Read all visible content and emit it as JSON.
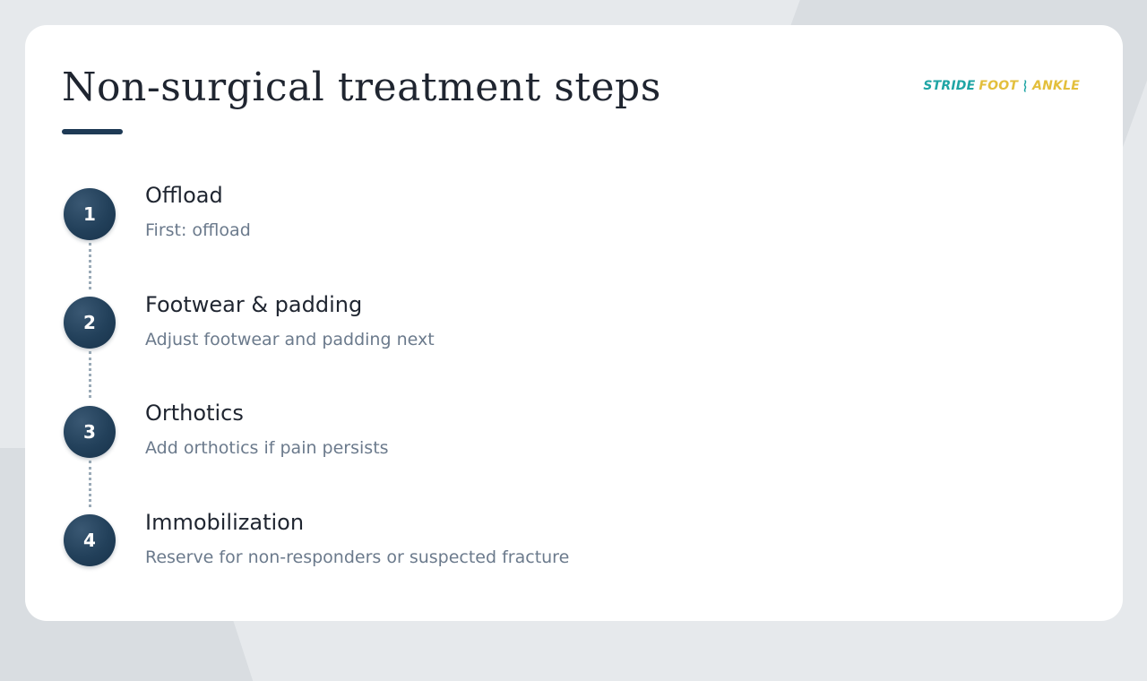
{
  "slide": {
    "title": "Non-surgical treatment steps"
  },
  "brand": {
    "part1": "STRIDE",
    "part2": "FOOT",
    "part3": "ANKLE",
    "icon": "foot-icon",
    "colors": {
      "teal": "#1fa5a5",
      "gold": "#e3bf3c"
    }
  },
  "colors": {
    "accent": "#1e3a55",
    "step_circle": "#22405a",
    "title_text": "#1f2530",
    "desc_text": "#6b7a8c",
    "connector": "#9aaab7"
  },
  "steps": [
    {
      "number": "1",
      "title": "Offload",
      "description": "First: offload"
    },
    {
      "number": "2",
      "title": "Footwear & padding",
      "description": "Adjust footwear and padding next"
    },
    {
      "number": "3",
      "title": "Orthotics",
      "description": "Add orthotics if pain persists"
    },
    {
      "number": "4",
      "title": "Immobilization",
      "description": "Reserve for non-responders or suspected fracture"
    }
  ]
}
